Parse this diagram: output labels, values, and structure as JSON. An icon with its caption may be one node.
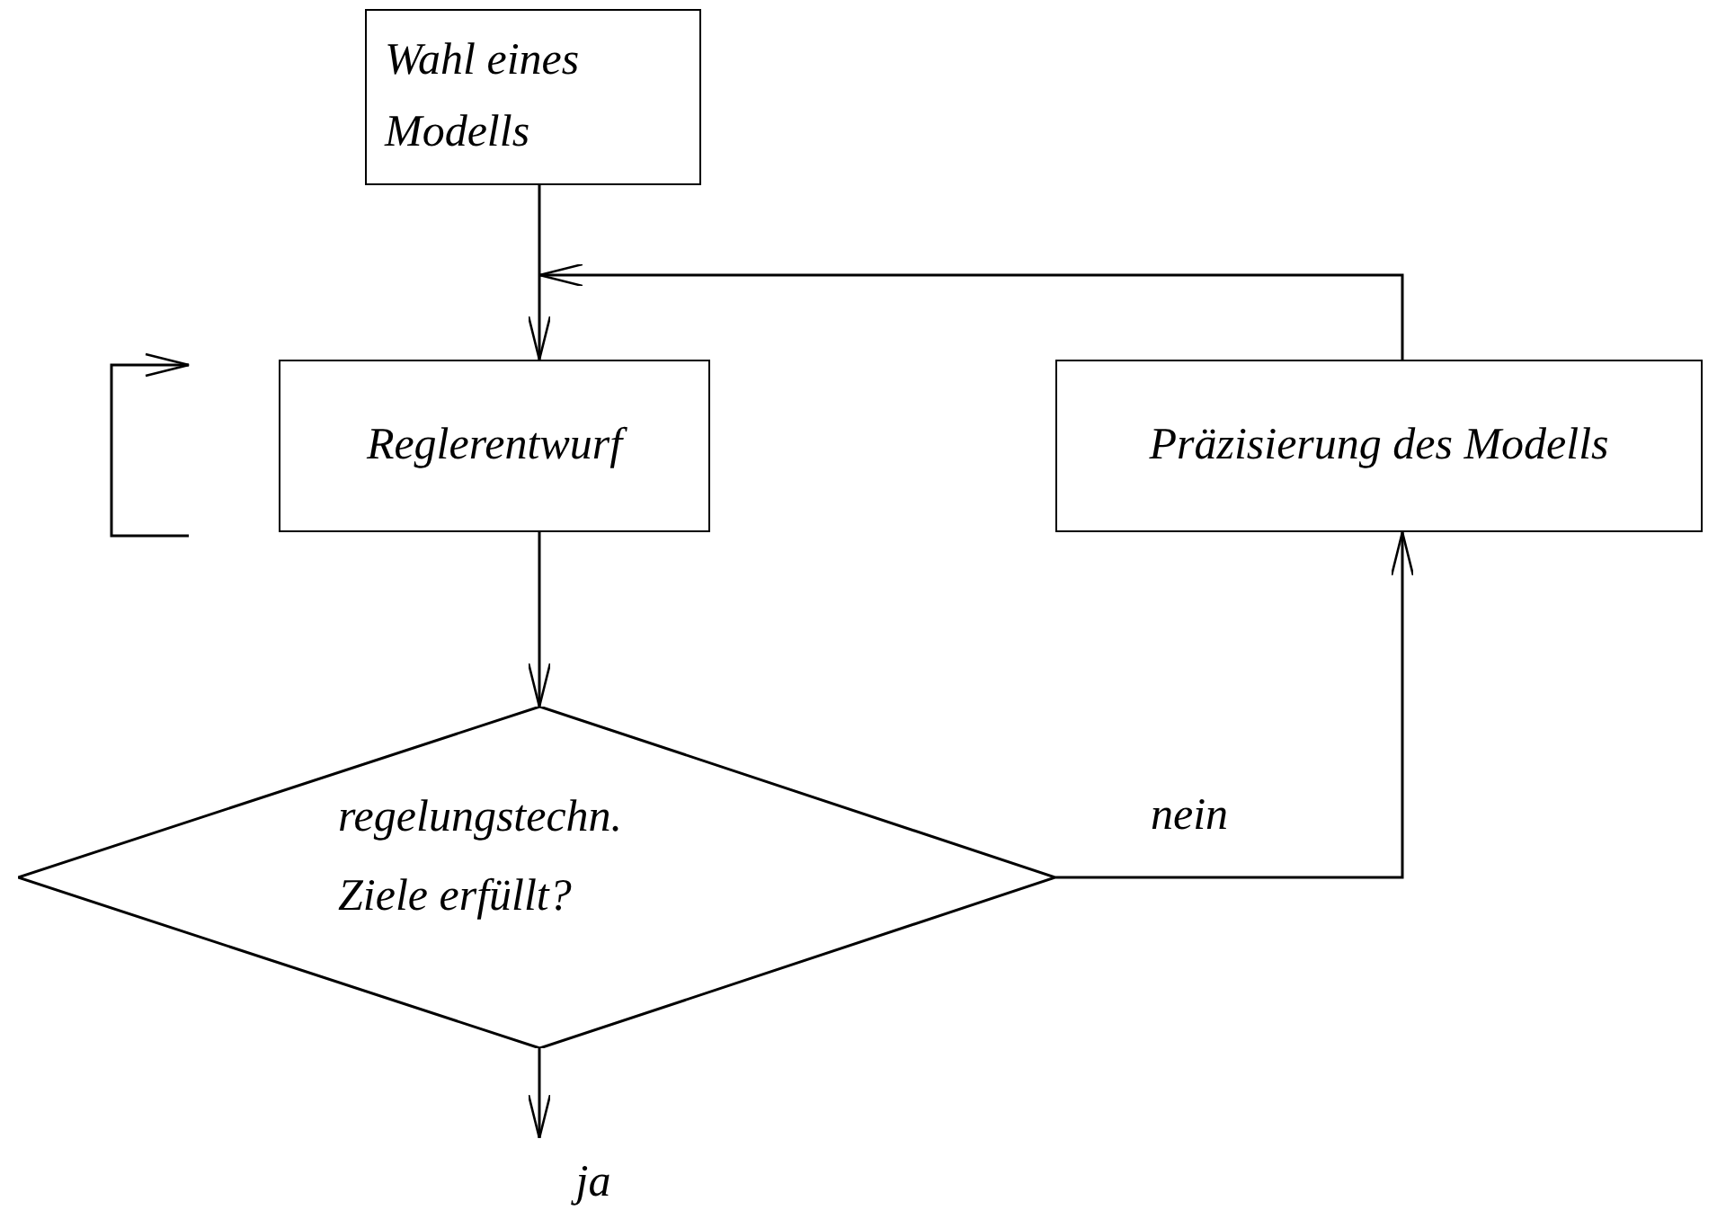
{
  "diagram": {
    "nodes": [
      {
        "text": [
          "Wahl eines Modells"
        ]
      },
      {
        "text": [
          "Reglerentwurf"
        ]
      },
      {
        "text": [
          "Präzisierung des Modells"
        ]
      },
      {
        "text": [
          "regelungstechn. Ziele erfüllt?"
        ]
      },
      {
        "text": [
          "ja"
        ]
      }
    ],
    "edges": [
      {
        "from": 0,
        "to": 1,
        "arrow": "to"
      },
      {
        "from": 2,
        "to": 1,
        "arrow": "to"
      },
      {
        "from": 1,
        "to": 3,
        "arrow": "to"
      },
      {
        "from": 3,
        "to": 2,
        "arrow": "to",
        "label": "nein"
      },
      {
        "from": 3,
        "to": 4,
        "arrow": "to"
      }
    ]
  }
}
